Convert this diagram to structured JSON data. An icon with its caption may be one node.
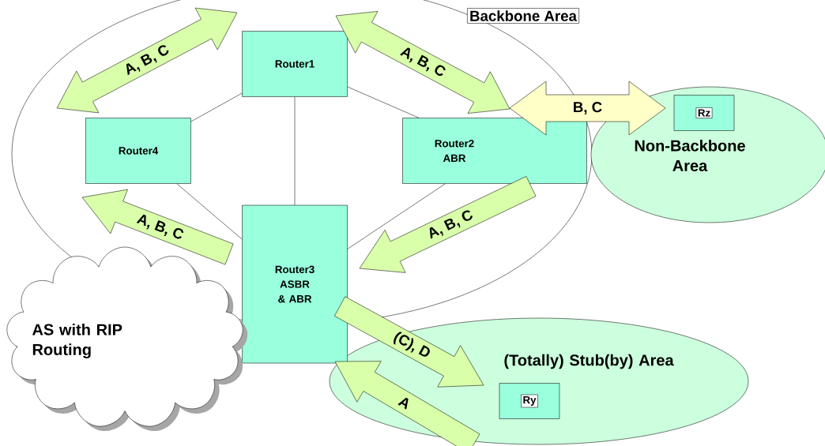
{
  "diagram": {
    "nodes": [
      {
        "text": [
          "Backbone Area"
        ]
      },
      {
        "text": [
          "Router1"
        ],
        "in": 0
      },
      {
        "text": [
          "Router4"
        ],
        "in": 0
      },
      {
        "text": [
          "Router2 ABR"
        ],
        "in": 0
      },
      {
        "text": [
          "Non-Backbone Area"
        ]
      },
      {
        "text": [
          "Rz"
        ],
        "in": 4
      },
      {
        "text": [
          "Router3 ASBR & ABR"
        ]
      },
      {
        "text": [
          "(Totally) Stub(by) Area"
        ]
      },
      {
        "text": [
          "Ry"
        ],
        "in": 7
      },
      {
        "text": [
          "AS with RIP Routing"
        ]
      }
    ],
    "edges": [
      {
        "from": 1,
        "to": 2,
        "arrow": "none"
      },
      {
        "from": 1,
        "to": 3,
        "arrow": "none"
      },
      {
        "from": 1,
        "to": 6,
        "arrow": "none"
      },
      {
        "from": 2,
        "to": 6,
        "arrow": "none"
      },
      {
        "from": 3,
        "to": 6,
        "arrow": "none"
      },
      {
        "from": 2,
        "to": 1,
        "arrow": "both",
        "label": "A, B, C",
        "style": "thick",
        "color": "#d9ffaa"
      },
      {
        "from": 1,
        "to": 3,
        "arrow": "both",
        "label": "A, B, C",
        "style": "thick",
        "color": "#d9ffaa"
      },
      {
        "from": 3,
        "to": 5,
        "arrow": "both",
        "label": "B, C",
        "style": "thick",
        "color": "#ffffc8"
      },
      {
        "from": 6,
        "to": 2,
        "arrow": "to",
        "label": "A, B, C",
        "style": "thick",
        "color": "#d9ffaa"
      },
      {
        "from": 3,
        "to": 6,
        "arrow": "to",
        "label": "A, B, C",
        "style": "thick",
        "color": "#d9ffaa"
      },
      {
        "from": 6,
        "to": 7,
        "arrow": "to",
        "label": "(C), D",
        "style": "thick",
        "color": "#d9ffaa"
      },
      {
        "from": 7,
        "to": 6,
        "arrow": "to",
        "label": "A",
        "style": "thick",
        "color": "#d9ffaa"
      }
    ]
  }
}
